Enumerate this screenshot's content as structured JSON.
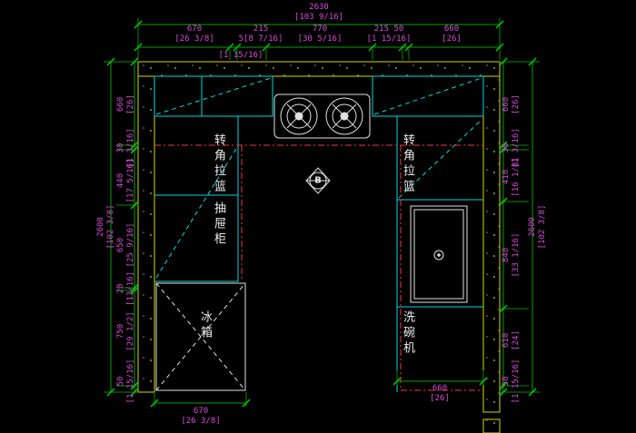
{
  "labels": {
    "corner_left": "转角拉篮",
    "drawer": "抽屉柜",
    "fridge": "冰箱",
    "corner_right": "转角拉篮",
    "dishwasher": "洗碗机",
    "section_marker": "B"
  },
  "dims": {
    "top_total": {
      "mm": "2630",
      "inch": "[103 9/16]"
    },
    "top_row": [
      {
        "mm": "670",
        "inch": "[26 3/8]"
      },
      {
        "mm": "215",
        "inch": "5[8 7/16]"
      },
      {
        "mm": "770",
        "inch": "[30 5/16]"
      },
      {
        "mm": "215 50",
        "inch": "[1 15/16]"
      },
      {
        "mm": "660",
        "inch": "[26]"
      }
    ],
    "top_extra_inch": "[1 15/16]",
    "left_total": {
      "mm": "2600",
      "inch": "[102 3/8]"
    },
    "left_chain": [
      {
        "mm": "660",
        "inch": "[26]"
      },
      {
        "mm": "30",
        "inch": "[1 3/16]"
      },
      {
        "mm": "440",
        "inch": "[17 5/16]"
      },
      {
        "mm": "650",
        "inch": "[25 9/16]"
      },
      {
        "mm": "20",
        "inch": "[13/16]"
      },
      {
        "mm": "750",
        "inch": "[29 1/2]"
      },
      {
        "mm": "50",
        "inch": "[1 15/16]"
      }
    ],
    "right_total": {
      "mm": "2600",
      "inch": "[102 3/8]"
    },
    "right_chain": [
      {
        "mm": "660",
        "inch": "[26]"
      },
      {
        "mm": "30",
        "inch": "[1 3/16]"
      },
      {
        "mm": "410",
        "inch": "[16 1/8]"
      },
      {
        "mm": "840",
        "inch": "[33 1/16]"
      },
      {
        "mm": "610",
        "inch": "[24]"
      },
      {
        "mm": "50",
        "inch": "[1 15/16]"
      }
    ],
    "bottom_left": {
      "mm": "670",
      "inch": "[26 3/8]"
    },
    "bottom_right": {
      "mm": "660",
      "inch": "[26]"
    }
  },
  "colors": {
    "background": "#000000",
    "wall": "#d6d600",
    "cabinet": "#00d8d8",
    "counter_edge": "#f03c3c",
    "dimension_line": "#00a000",
    "dimension_tick": "#00cc00",
    "dimension_text": "#d24fd2",
    "fixture": "#e0e0e0"
  }
}
